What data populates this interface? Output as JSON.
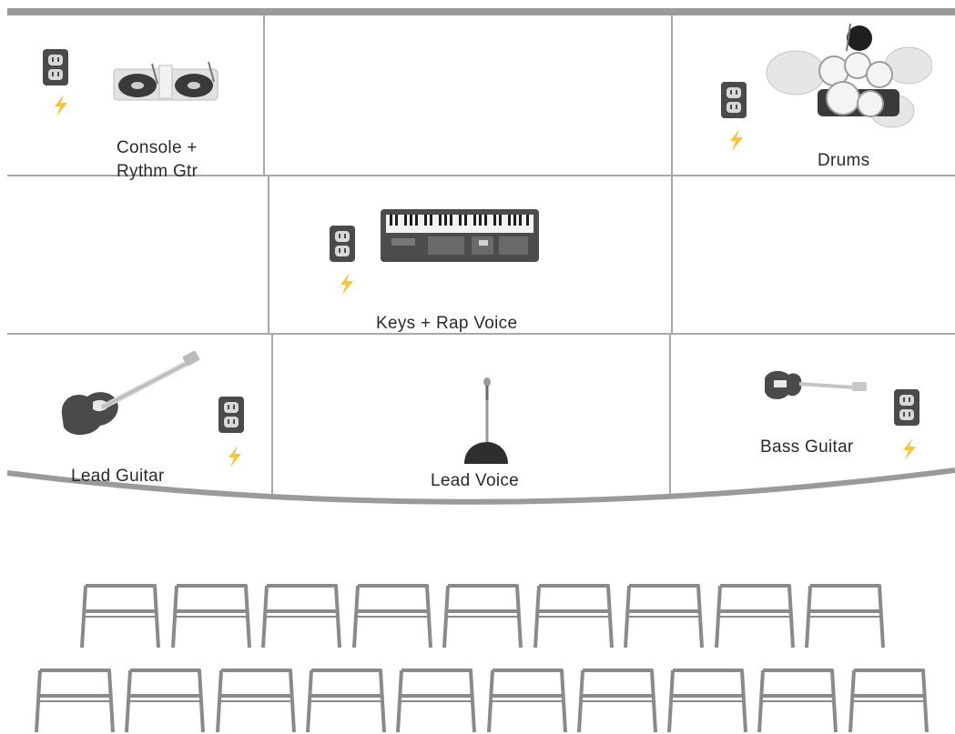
{
  "stage": {
    "zones": [
      {
        "id": "console",
        "label_lines": [
          "Console +",
          "Rythm Gtr"
        ],
        "instrument_icon": "turntables-icon",
        "has_outlet": true
      },
      {
        "id": "top-center",
        "label_lines": [],
        "instrument_icon": null,
        "has_outlet": false
      },
      {
        "id": "drums",
        "label_lines": [
          "Drums"
        ],
        "instrument_icon": "drum-kit-icon",
        "has_outlet": true
      },
      {
        "id": "mid-left",
        "label_lines": [],
        "instrument_icon": null,
        "has_outlet": false
      },
      {
        "id": "keys",
        "label_lines": [
          "Keys + Rap Voice"
        ],
        "instrument_icon": "keyboard-icon",
        "has_outlet": true
      },
      {
        "id": "mid-right",
        "label_lines": [],
        "instrument_icon": null,
        "has_outlet": false
      },
      {
        "id": "lead-guitar",
        "label_lines": [
          "Lead Guitar"
        ],
        "instrument_icon": "electric-guitar-icon",
        "has_outlet": true
      },
      {
        "id": "lead-voice",
        "label_lines": [
          "Lead Voice"
        ],
        "instrument_icon": "microphone-stand-icon",
        "has_outlet": false
      },
      {
        "id": "bass",
        "label_lines": [
          "Bass Guitar"
        ],
        "instrument_icon": "bass-guitar-icon",
        "has_outlet": true
      }
    ]
  },
  "audience": {
    "rows": [
      {
        "chairs": 9
      },
      {
        "chairs": 10
      }
    ],
    "chair_icon": "chair-icon"
  },
  "icons": {
    "power_outlet": "power-outlet-icon",
    "power_bolt": "lightning-bolt-icon"
  },
  "colors": {
    "grid_line": "#a8a8a8",
    "stage_top_bar": "#9a9a9a",
    "bolt": "#f5c542",
    "outlet": "#4a4a4a",
    "chair": "#8a8a8a"
  }
}
